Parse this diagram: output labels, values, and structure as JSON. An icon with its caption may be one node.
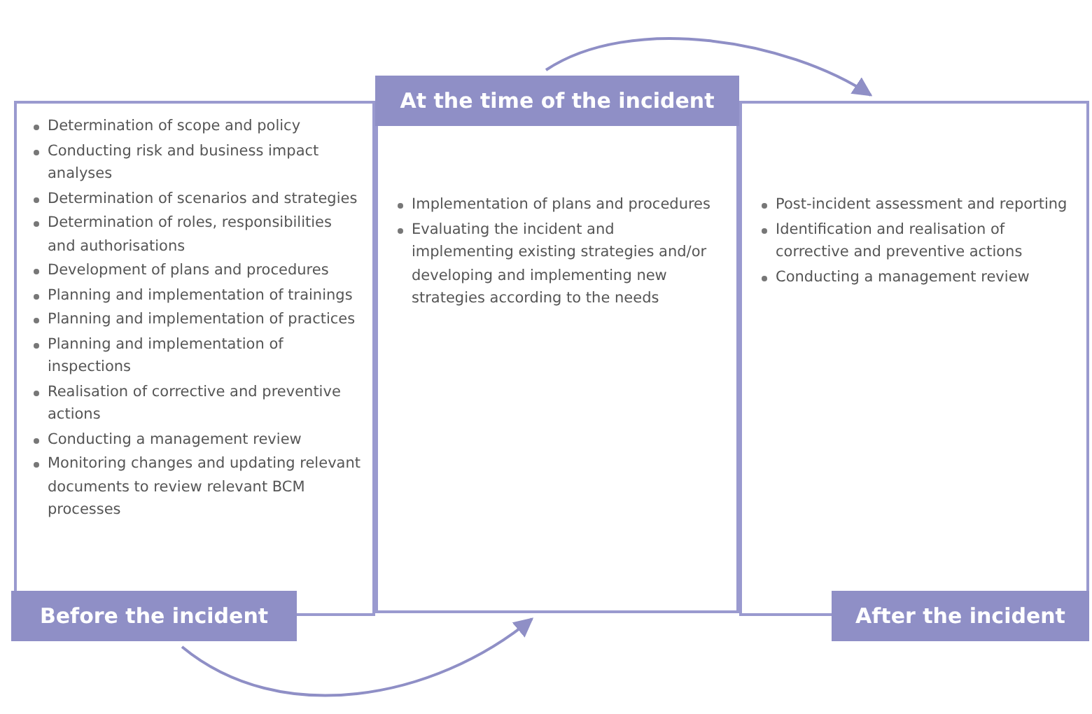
{
  "diagram": {
    "nodes": [
      {
        "text": [
          "Determination of scope and policy",
          "Conducting risk and business impact analyses",
          "Determination of scenarios and strategies",
          "Determination of roles, responsibilities and authorisations",
          "Development of plans and procedures",
          "Planning and implementation of trainings",
          "Planning and implementation of practices",
          "Planning and implementation of inspections",
          "Realisation of corrective and preventive actions",
          "Conducting a management review",
          "Monitoring changes and updating relevant documents to review relevant BCM processes",
          "Before the incident"
        ]
      },
      {
        "text": [
          "At the time of the incident",
          "Implementation of plans and procedures",
          "Evaluating the incident and implementing existing strategies and/or developing and implementing new strategies according to the needs"
        ]
      },
      {
        "text": [
          "Post-incident assessment and reporting",
          "Identification and realisation of corrective and preventive actions",
          "Conducting a management review",
          "After the incident"
        ]
      }
    ],
    "edges": [
      {
        "from": 0,
        "to": 1,
        "arrow": "to"
      },
      {
        "from": 1,
        "to": 2,
        "arrow": "to"
      }
    ]
  }
}
